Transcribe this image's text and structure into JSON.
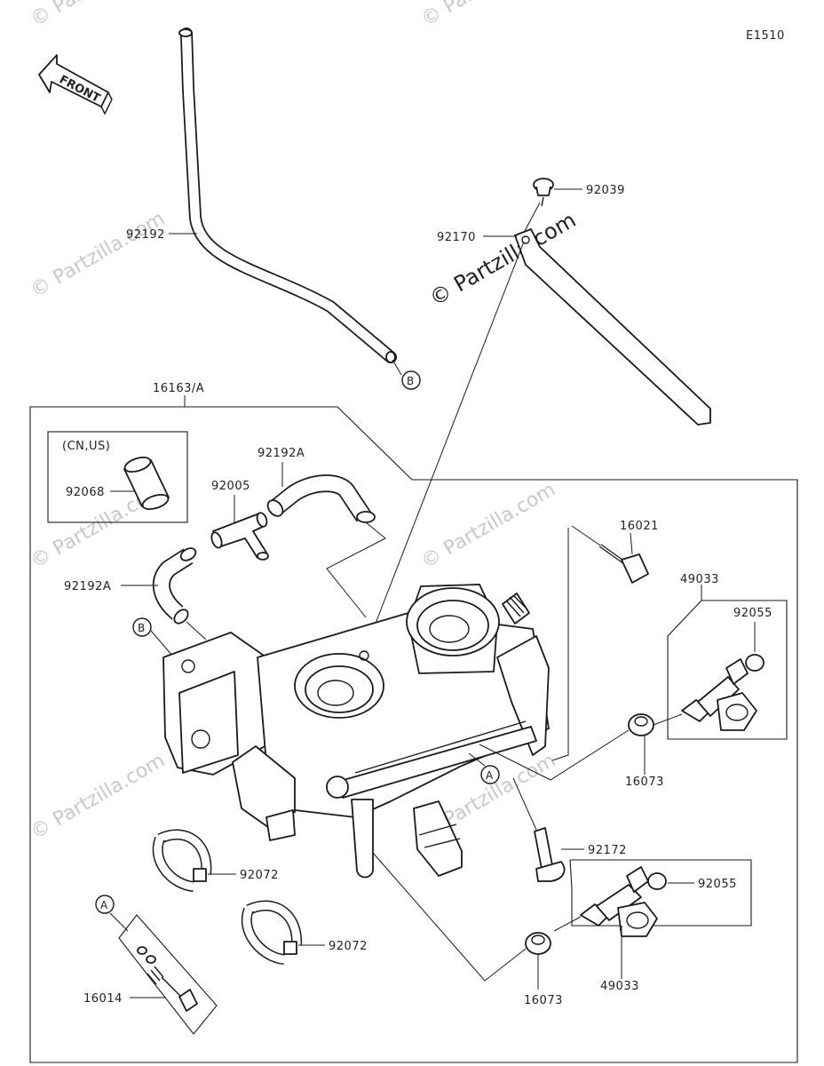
{
  "diagram_code": "E1510",
  "front_label": "FRONT",
  "watermark": "© Partzilla.com",
  "callout_b": "B",
  "callout_a": "A",
  "parts": {
    "hose_main": "92192",
    "clip_bolt": "92039",
    "band": "92170",
    "throttle_body_assy": "16163/A",
    "region_note": "(CN,US)",
    "cap": "92068",
    "hose_a_upper": "92192A",
    "joint": "92005",
    "hose_a_left": "92192A",
    "screw": "16021",
    "injector_upper": "49033",
    "o_ring_upper": "92055",
    "grommet_upper": "16073",
    "clamp_upper": "92072",
    "clamp_lower": "92072",
    "bolt": "92172",
    "o_ring_lower": "92055",
    "injector_lower": "49033",
    "grommet_lower": "16073",
    "idle_screw_set": "16014"
  }
}
